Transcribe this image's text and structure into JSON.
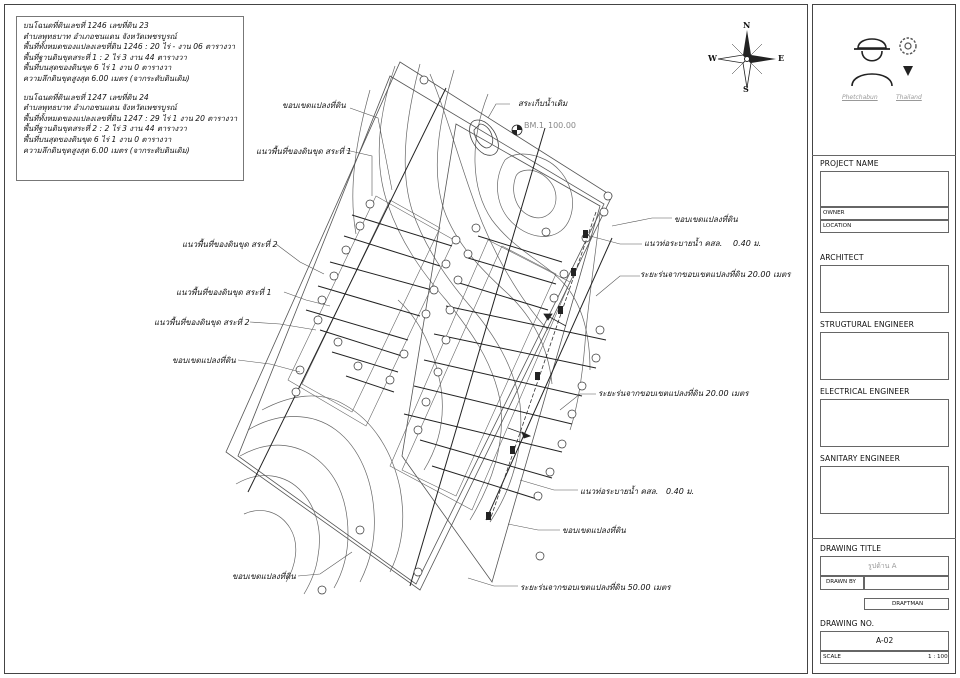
{
  "notes": {
    "plot1": {
      "line1": "บนโฉนดที่ดินเลขที่  1246  เลขที่ดิน  23",
      "line2": "ตำบลพุทธบาท  อำเภอชนแดน  จังหวัดเพชรบูรณ์",
      "line3": "พื้นที่ทั้งหมดของแปลงเลขที่ดิน 1246 : 20 ไร่ - งาน 06 ตารางวา",
      "line4": "พื้นที่ฐานดินขุดสระที่ 1 :  2 ไร่  3  งาน  44  ตารางวา",
      "line5": "พื้นที่บนสุดของดินขุด  6  ไร่  1  งาน  0  ตารางวา",
      "line6": "ความลึกดินขุดสูงสุด 6.00 เมตร (จากระดับดินเดิม)"
    },
    "plot2": {
      "line1": "บนโฉนดที่ดินเลขที่  1247  เลขที่ดิน  24",
      "line2": "ตำบลพุทธบาท  อำเภอชนแดน  จังหวัดเพชรบูรณ์",
      "line3": "พื้นที่ทั้งหมดของแปลงเลขที่ดิน 1247 : 29 ไร่ 1 งาน 20 ตารางวา",
      "line4": "พื้นที่ฐานดินขุดสระที่ 2 :  2  ไร่  3  งาน  44  ตารางวา",
      "line5": "พื้นที่บนสุดของดินขุด  6  ไร่  1  งาน  0  ตารางวา",
      "line6": "ความลึกดินขุดสูงสุด 6.00 เมตร (จากระดับดินเดิม)"
    }
  },
  "drawing_labels": {
    "boundary_top": "ขอบเขตแปลงที่ดิน",
    "excavation_area_1_top": "แนวพื้นที่ของดินขุด สระที่ 1",
    "existing_pond": "สระเก็บน้ำเดิม",
    "benchmark": "BM.1",
    "benchmark_value": "100.00",
    "boundary_right": "ขอบเขตแปลงที่ดิน",
    "drain_pipe_top": "แนวท่อระบายน้ำ คสล.",
    "drain_pipe_top_size": "0.40  ม.",
    "excavation_area_2_upper": "แนวพื้นที่ของดินขุด สระที่ 2",
    "setback_20_upper": "ระยะร่นจากขอบเขตแปลงที่ดิน 20.00 เมตร",
    "excavation_area_1_left": "แนวพื้นที่ของดินขุด สระที่ 1",
    "excavation_area_2_left": "แนวพื้นที่ของดินขุด สระที่ 2",
    "boundary_left": "ขอบเขตแปลงที่ดิน",
    "setback_20_lower": "ระยะร่นจากขอบเขตแปลงที่ดิน 20.00 เมตร",
    "drain_pipe_bottom": "แนวท่อระบายน้ำ คสล.",
    "drain_pipe_bottom_size": "0.40  ม.",
    "boundary_bottom_right": "ขอบเขตแปลงที่ดิน",
    "boundary_bottom_left": "ขอบเขตแปลงที่ดิน",
    "setback_50": "ระยะร่นจากขอบเขตแปลงที่ดิน 50.00 เมตร"
  },
  "compass": {
    "n": "N",
    "s": "S",
    "e": "E",
    "w": "W"
  },
  "brand": {
    "left": "Phetchabun",
    "right": "Thailand"
  },
  "titleblock": {
    "project_name": "PROJECT NAME",
    "owner": "OWNER",
    "location": "LOCATION",
    "architect": "ARCHITECT",
    "structural_engineer": "STRUGTURAL ENGINEER",
    "electrical_engineer": "ELECTRICAL ENGINEER",
    "sanitary_engineer": "SANITARY ENGINEER",
    "drawing_title": "DRAWING TITLE",
    "drawing_title_value": "รูปด้าน  A",
    "drawn_by": "DRAWN BY",
    "draftman": "DRAFTMAN",
    "drawing_no": "DRAWING NO.",
    "drawing_no_value": "A-02",
    "scale": "SCALE",
    "scale_value": "1 : 100"
  },
  "colors": {
    "line": "#222222",
    "contour": "#555555",
    "faint": "#999999"
  }
}
